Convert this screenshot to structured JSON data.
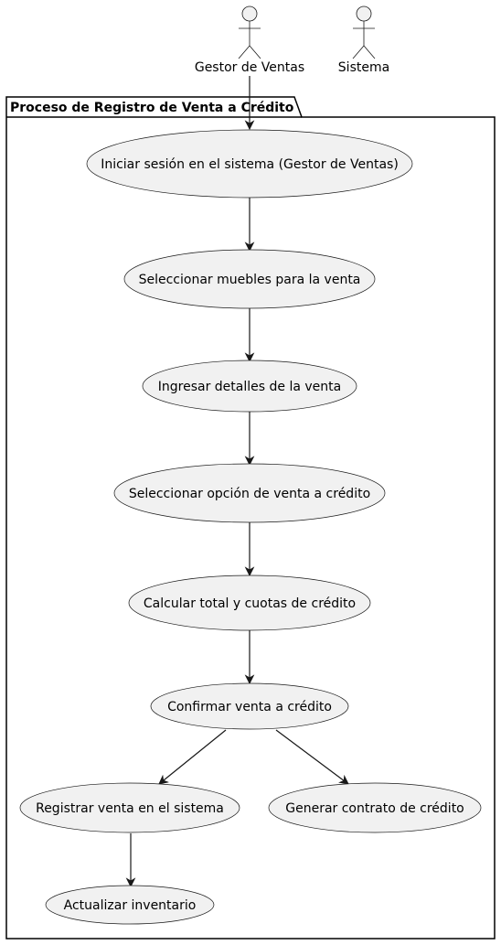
{
  "actors": {
    "gestor": "Gestor de Ventas",
    "sistema": "Sistema"
  },
  "package": {
    "title": "Proceso de Registro de Venta a Crédito"
  },
  "use_cases": {
    "iniciar_sesion": "Iniciar sesión en el sistema (Gestor de Ventas)",
    "seleccionar_muebles": "Seleccionar muebles para la venta",
    "ingresar_detalles": "Ingresar detalles de la venta",
    "seleccionar_opcion": "Seleccionar opción de venta a crédito",
    "calcular_total": "Calcular total y cuotas de crédito",
    "confirmar_venta": "Confirmar venta a crédito",
    "registrar_venta": "Registrar venta en el sistema",
    "generar_contrato": "Generar contrato de crédito",
    "actualizar_inventario": "Actualizar inventario"
  },
  "colors": {
    "fill": "#F1F1F1",
    "stroke": "#181818"
  }
}
